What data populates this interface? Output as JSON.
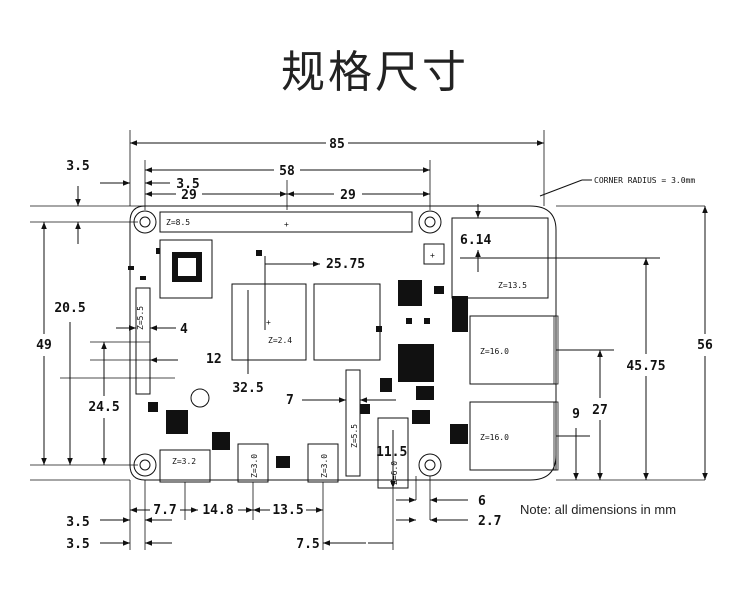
{
  "title": "规格尺寸",
  "note": "Note: all dimensions in mm",
  "corner_radius": "CORNER RADIUS = 3.0mm",
  "dims": {
    "d85": "85",
    "d58": "58",
    "d3_5_top": "3.5",
    "d3_5_left": "3.5",
    "d29a": "29",
    "d29b": "29",
    "d6_14": "6.14",
    "d25_75": "25.75",
    "d20_5": "20.5",
    "d49": "49",
    "d4": "4",
    "d12": "12",
    "d32_5": "32.5",
    "d24_5": "24.5",
    "d7": "7",
    "d11_5": "11.5",
    "d56": "56",
    "d45_75": "45.75",
    "d27": "27",
    "d9": "9",
    "d7_7": "7.7",
    "d14_8": "14.8",
    "d13_5": "13.5",
    "d6": "6",
    "d2_7": "2.7",
    "d3_5_b1": "3.5",
    "d3_5_b2": "3.5",
    "d7_5": "7.5"
  },
  "zlabels": {
    "header": "Z=8.5",
    "eth": "Z=13.5",
    "usb1": "Z=16.0",
    "usb2": "Z=16.0",
    "soc": "Z=2.4",
    "usbc": "Z=3.2",
    "hdmi1": "Z=3.0",
    "hdmi2": "Z=3.0",
    "cam": "Z=5.5",
    "disp": "Z=5.5",
    "audio": "Z=6.0"
  }
}
